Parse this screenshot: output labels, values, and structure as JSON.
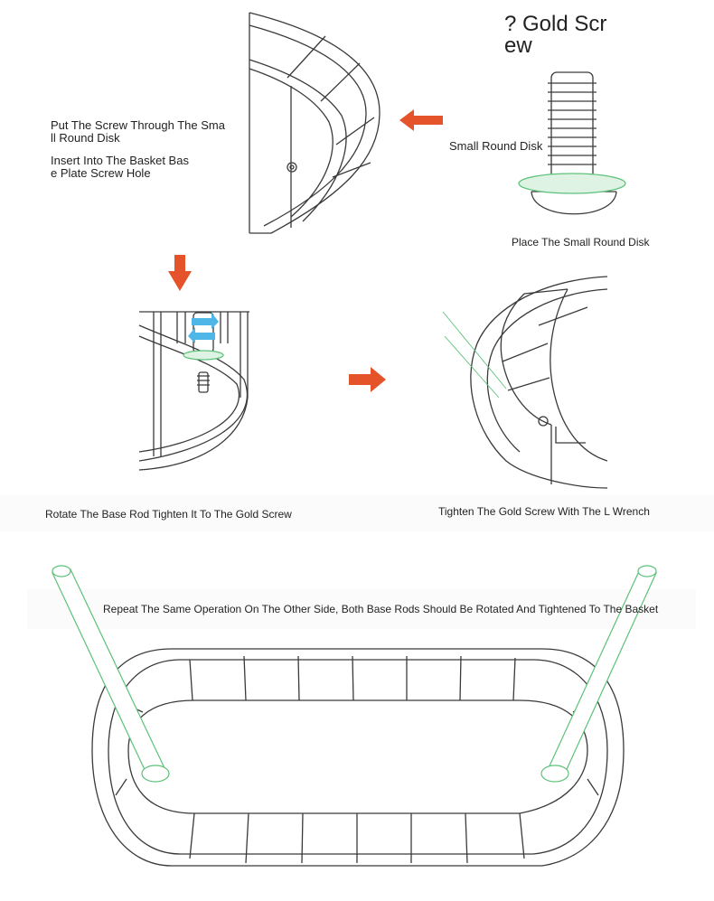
{
  "colors": {
    "line": "#3a3a3a",
    "accent": "#e5532a",
    "green": "#5cc27a",
    "arrow": "#4fb6e8"
  },
  "title_label": "? Gold Scr\new",
  "steps": {
    "step1_text_a": "Put The Screw Through The Sma\nll Round Disk",
    "step1_text_b": "Insert Into The Basket Bas\ne Plate Screw Hole",
    "disk_label": "Small Round Disk",
    "place_caption": "Place The Small Round Disk",
    "rotate_caption": "Rotate The Base Rod Tighten It To The Gold Screw",
    "wrench_caption": "Tighten The Gold Screw With The L Wrench",
    "repeat_caption": "Repeat The Same Operation On The Other Side, Both Base Rods Should Be Rotated And Tightened To The Basket"
  }
}
